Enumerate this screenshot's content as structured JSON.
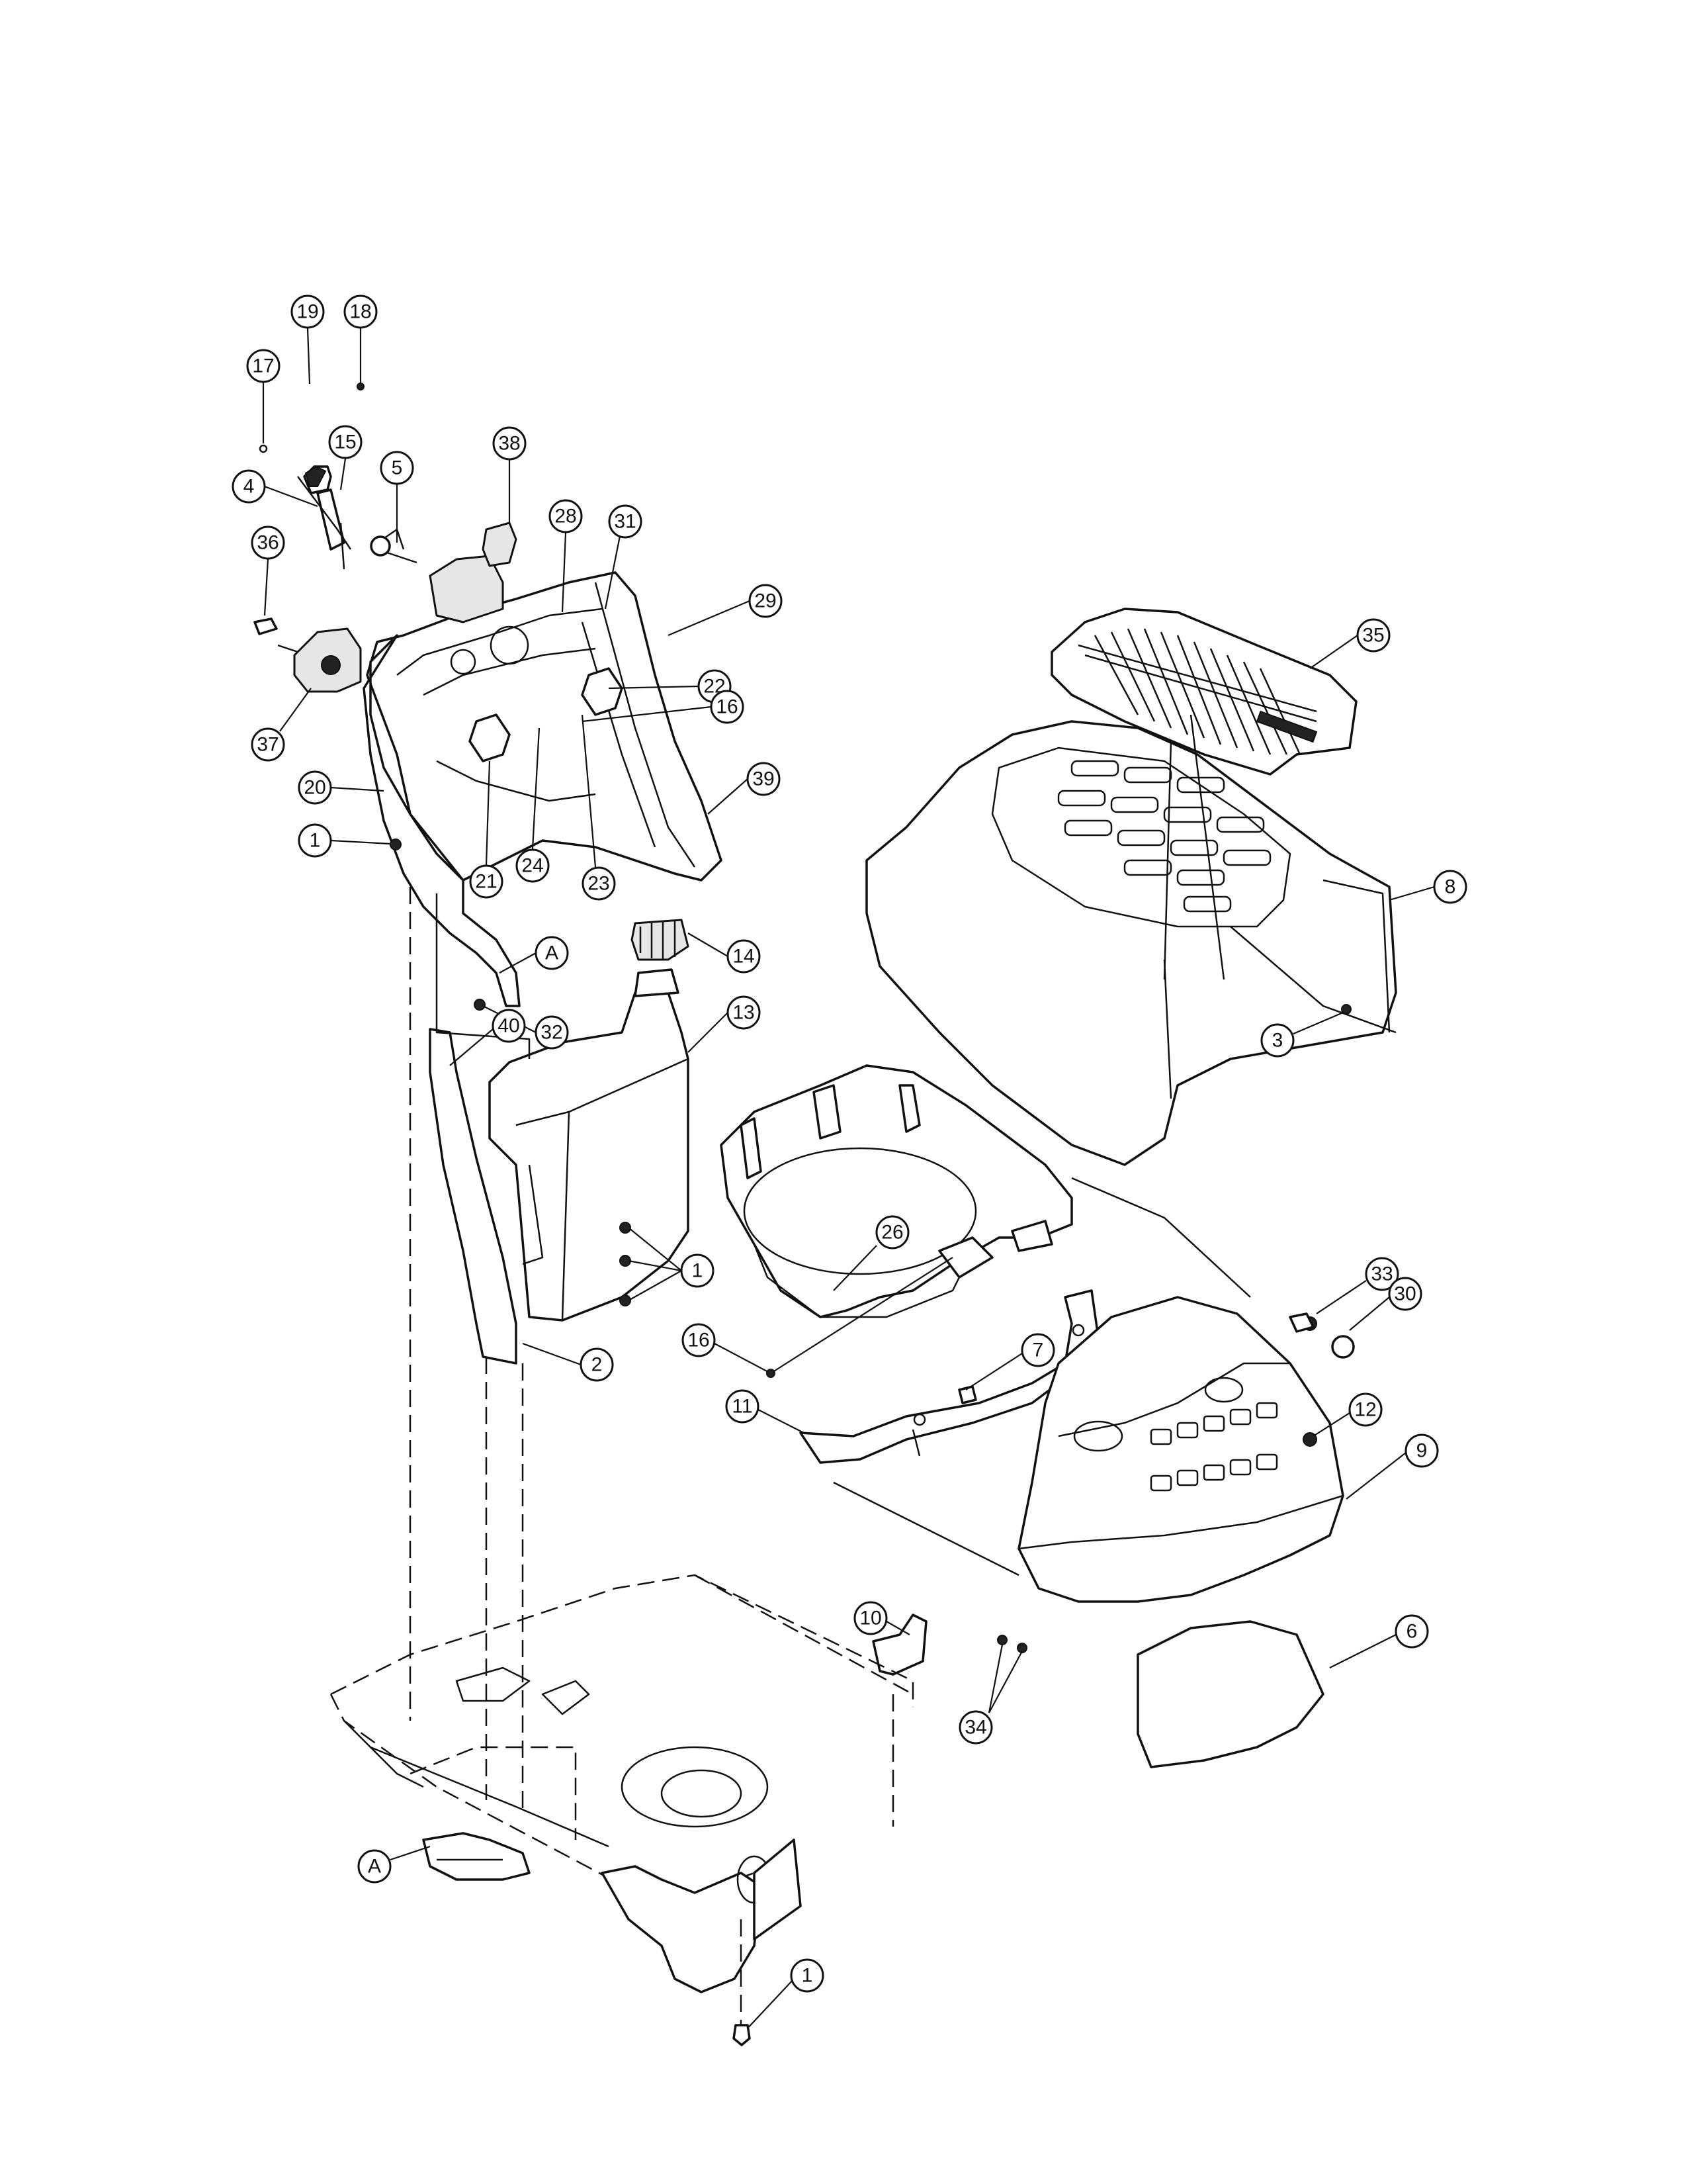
{
  "diagram": {
    "callouts": [
      {
        "id": "c19",
        "label": "19"
      },
      {
        "id": "c18",
        "label": "18"
      },
      {
        "id": "c17",
        "label": "17"
      },
      {
        "id": "c15",
        "label": "15"
      },
      {
        "id": "c4",
        "label": "4"
      },
      {
        "id": "c5",
        "label": "5"
      },
      {
        "id": "c38",
        "label": "38"
      },
      {
        "id": "c36",
        "label": "36"
      },
      {
        "id": "c28",
        "label": "28"
      },
      {
        "id": "c31",
        "label": "31"
      },
      {
        "id": "c29",
        "label": "29"
      },
      {
        "id": "c22",
        "label": "22"
      },
      {
        "id": "c16a",
        "label": "16"
      },
      {
        "id": "c37",
        "label": "37"
      },
      {
        "id": "c39",
        "label": "39"
      },
      {
        "id": "c20",
        "label": "20"
      },
      {
        "id": "c1a",
        "label": "1"
      },
      {
        "id": "c21",
        "label": "21"
      },
      {
        "id": "c24",
        "label": "24"
      },
      {
        "id": "c23",
        "label": "23"
      },
      {
        "id": "cAa",
        "label": "A"
      },
      {
        "id": "c32",
        "label": "32"
      },
      {
        "id": "c14",
        "label": "14"
      },
      {
        "id": "c13",
        "label": "13"
      },
      {
        "id": "c40",
        "label": "40"
      },
      {
        "id": "c35",
        "label": "35"
      },
      {
        "id": "c8",
        "label": "8"
      },
      {
        "id": "c3",
        "label": "3"
      },
      {
        "id": "c1b",
        "label": "1"
      },
      {
        "id": "c26",
        "label": "26"
      },
      {
        "id": "c2",
        "label": "2"
      },
      {
        "id": "c16b",
        "label": "16"
      },
      {
        "id": "c7",
        "label": "7"
      },
      {
        "id": "c33",
        "label": "33"
      },
      {
        "id": "c30",
        "label": "30"
      },
      {
        "id": "c11",
        "label": "11"
      },
      {
        "id": "c12",
        "label": "12"
      },
      {
        "id": "c9",
        "label": "9"
      },
      {
        "id": "c10",
        "label": "10"
      },
      {
        "id": "c6",
        "label": "6"
      },
      {
        "id": "c34",
        "label": "34"
      },
      {
        "id": "cAb",
        "label": "A"
      },
      {
        "id": "c1c",
        "label": "1"
      }
    ]
  }
}
